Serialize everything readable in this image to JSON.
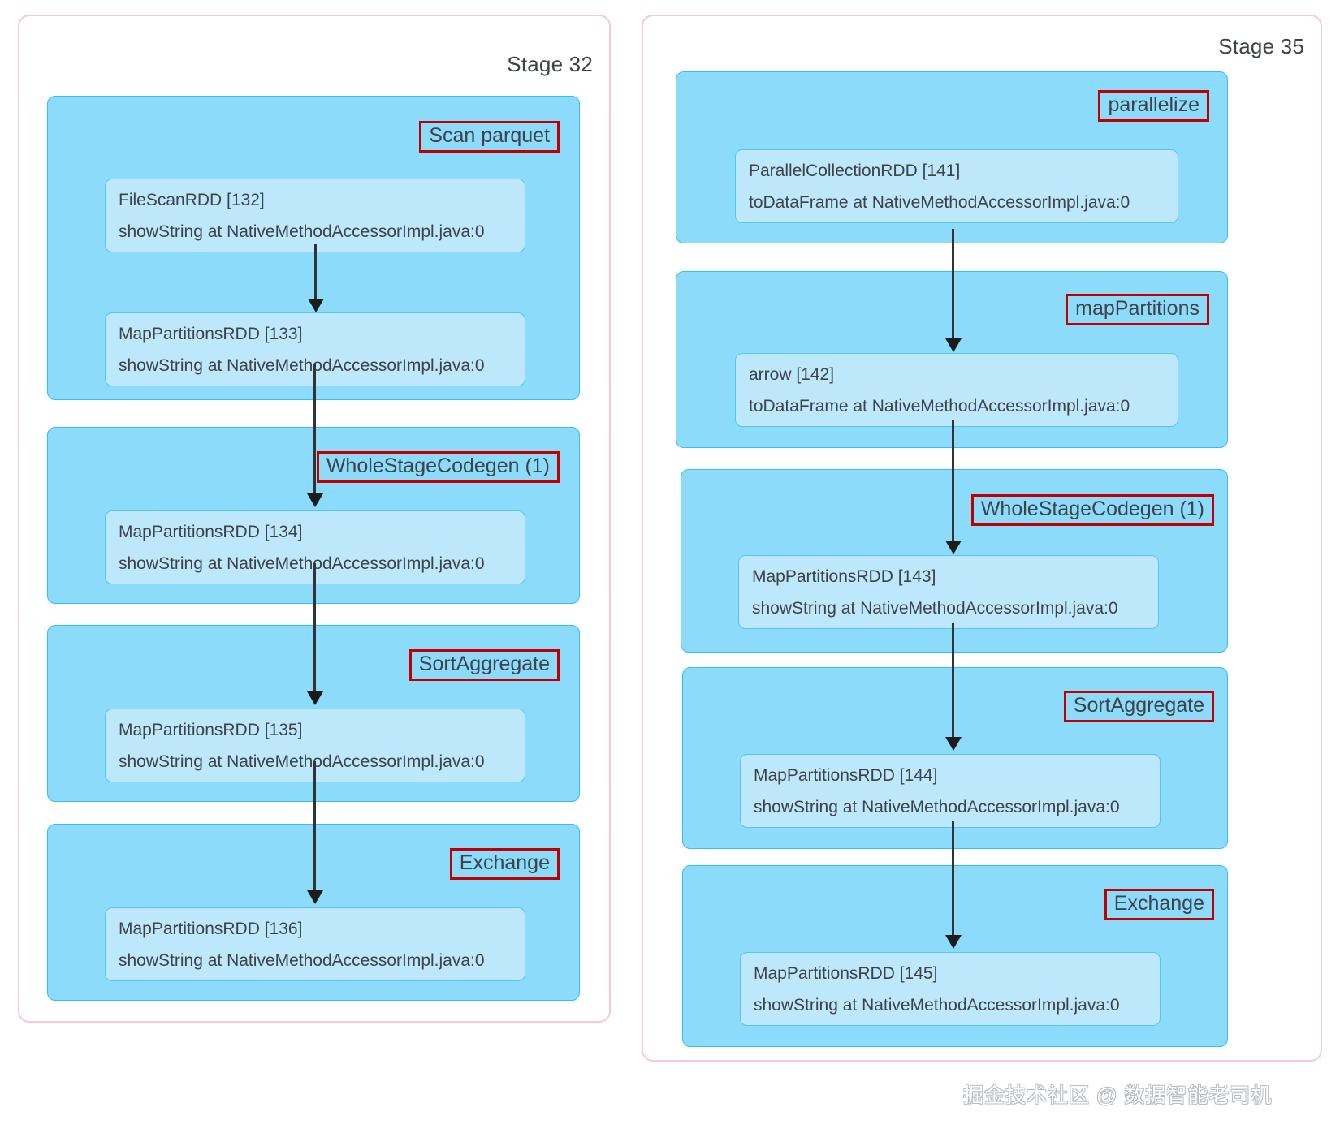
{
  "colors": {
    "stage_border": "#f7c8d6",
    "operator_fill": "#8ddbfb",
    "operator_border": "#36bdf2",
    "rdd_fill": "#bde8fb",
    "rdd_border": "#53c7f3",
    "label_outline": "#c00000",
    "arrow": "#2f3436",
    "text": "#3d4348",
    "page_background": "#ffffff"
  },
  "watermark": "掘金技术社区 @ 数据智能老司机",
  "stages": [
    {
      "title": "Stage 32",
      "operators": [
        {
          "label": "Scan parquet",
          "rdds": [
            {
              "name": "FileScanRDD [132]",
              "call_site": "showString at NativeMethodAccessorImpl.java:0"
            },
            {
              "name": "MapPartitionsRDD [133]",
              "call_site": "showString at NativeMethodAccessorImpl.java:0"
            }
          ]
        },
        {
          "label": "WholeStageCodegen (1)",
          "rdds": [
            {
              "name": "MapPartitionsRDD [134]",
              "call_site": "showString at NativeMethodAccessorImpl.java:0"
            }
          ]
        },
        {
          "label": "SortAggregate",
          "rdds": [
            {
              "name": "MapPartitionsRDD [135]",
              "call_site": "showString at NativeMethodAccessorImpl.java:0"
            }
          ]
        },
        {
          "label": "Exchange",
          "rdds": [
            {
              "name": "MapPartitionsRDD [136]",
              "call_site": "showString at NativeMethodAccessorImpl.java:0"
            }
          ]
        }
      ]
    },
    {
      "title": "Stage 35",
      "operators": [
        {
          "label": "parallelize",
          "rdds": [
            {
              "name": "ParallelCollectionRDD [141]",
              "call_site": "toDataFrame at NativeMethodAccessorImpl.java:0"
            }
          ]
        },
        {
          "label": "mapPartitions",
          "rdds": [
            {
              "name": "arrow [142]",
              "call_site": "toDataFrame at NativeMethodAccessorImpl.java:0"
            }
          ]
        },
        {
          "label": "WholeStageCodegen (1)",
          "rdds": [
            {
              "name": "MapPartitionsRDD [143]",
              "call_site": "showString at NativeMethodAccessorImpl.java:0"
            }
          ]
        },
        {
          "label": "SortAggregate",
          "rdds": [
            {
              "name": "MapPartitionsRDD [144]",
              "call_site": "showString at NativeMethodAccessorImpl.java:0"
            }
          ]
        },
        {
          "label": "Exchange",
          "rdds": [
            {
              "name": "MapPartitionsRDD [145]",
              "call_site": "showString at NativeMethodAccessorImpl.java:0"
            }
          ]
        }
      ]
    }
  ]
}
